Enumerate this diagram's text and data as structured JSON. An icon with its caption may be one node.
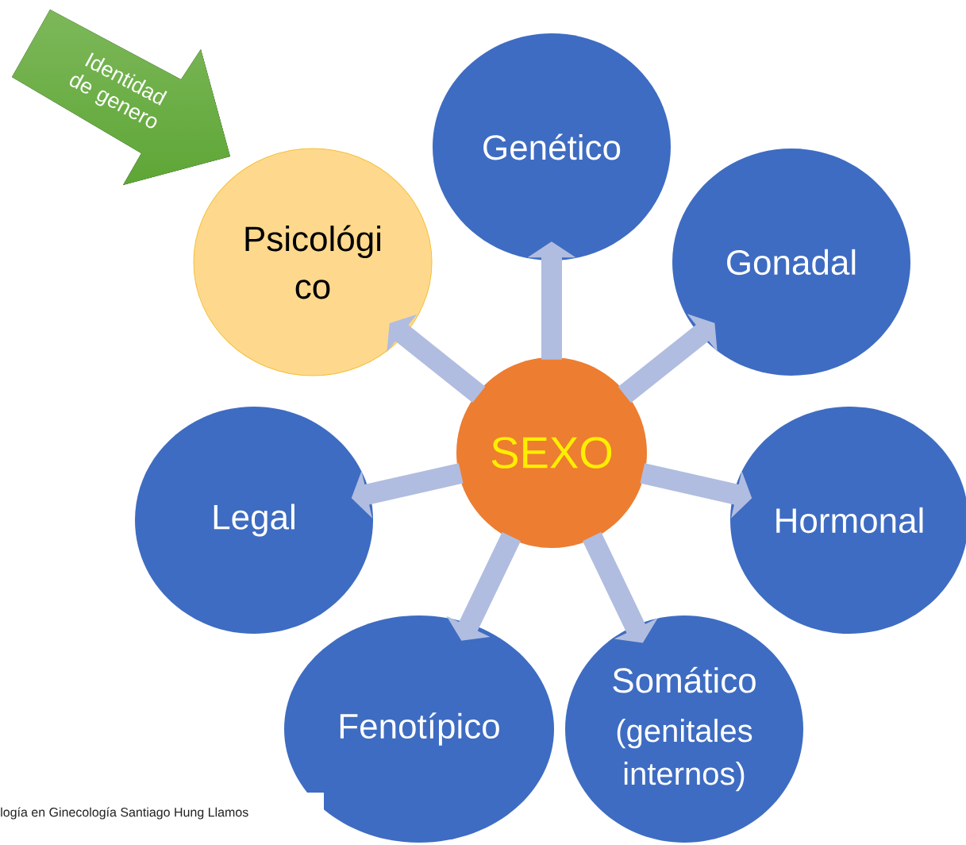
{
  "diagram": {
    "nodes": [
      {
        "text": [
          "SEXO"
        ]
      },
      {
        "text": [
          "Genético"
        ]
      },
      {
        "text": [
          "Gonadal"
        ]
      },
      {
        "text": [
          "Hormonal"
        ]
      },
      {
        "text": [
          "Somático",
          "(genitales internos)"
        ]
      },
      {
        "text": [
          "Fenotípico"
        ]
      },
      {
        "text": [
          "Legal"
        ]
      },
      {
        "text": [
          "Psicológi co"
        ]
      },
      {
        "text": [
          "Identidad de genero"
        ]
      }
    ],
    "edges": [
      {
        "from": 0,
        "to": 1,
        "arrow": "to"
      },
      {
        "from": 0,
        "to": 2,
        "arrow": "to"
      },
      {
        "from": 0,
        "to": 3,
        "arrow": "to"
      },
      {
        "from": 0,
        "to": 4,
        "arrow": "to"
      },
      {
        "from": 0,
        "to": 5,
        "arrow": "to"
      },
      {
        "from": 0,
        "to": 6,
        "arrow": "to"
      },
      {
        "from": 0,
        "to": 7,
        "arrow": "to"
      }
    ],
    "labels": [
      "logía en Ginecología Santiago Hung Llamos"
    ]
  }
}
